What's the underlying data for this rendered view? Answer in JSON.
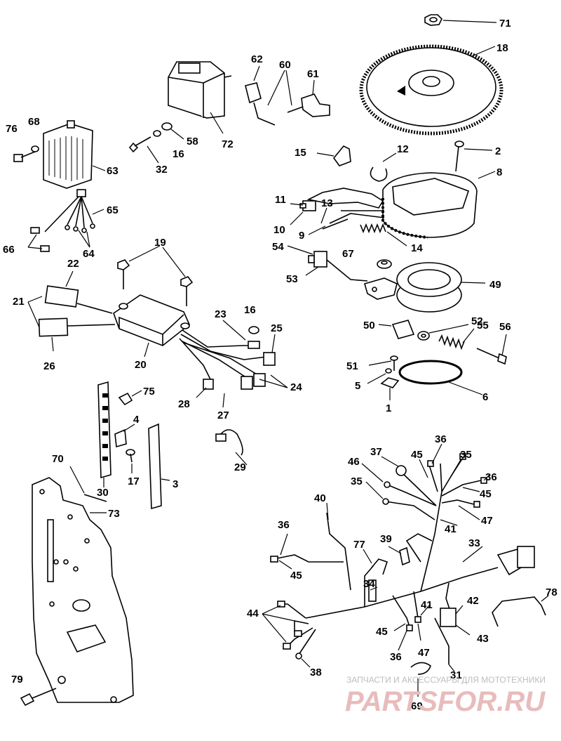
{
  "labels": {
    "l1": "1",
    "l2": "2",
    "l3": "3",
    "l4": "4",
    "l5": "5",
    "l6": "6",
    "l8": "8",
    "l9": "9",
    "l10": "10",
    "l11": "11",
    "l12": "12",
    "l13": "13",
    "l14": "14",
    "l15": "15",
    "l16a": "16",
    "l16b": "16",
    "l17": "17",
    "l18": "18",
    "l19": "19",
    "l20": "20",
    "l21": "21",
    "l22": "22",
    "l23": "23",
    "l24": "24",
    "l25": "25",
    "l26": "26",
    "l27": "27",
    "l28": "28",
    "l29": "29",
    "l30": "30",
    "l31": "31",
    "l32": "32",
    "l33": "33",
    "l34": "34",
    "l35a": "35",
    "l35b": "35",
    "l36a": "36",
    "l36b": "36",
    "l36c": "36",
    "l36d": "36",
    "l37": "37",
    "l38": "38",
    "l39": "39",
    "l40": "40",
    "l41a": "41",
    "l41b": "41",
    "l42": "42",
    "l43": "43",
    "l44": "44",
    "l45a": "45",
    "l45b": "45",
    "l45c": "45",
    "l45d": "45",
    "l46": "46",
    "l47a": "47",
    "l47b": "47",
    "l49": "49",
    "l50": "50",
    "l51": "51",
    "l52": "52",
    "l53": "53",
    "l54": "54",
    "l55": "55",
    "l56": "56",
    "l58": "58",
    "l60": "60",
    "l61": "61",
    "l62": "62",
    "l63": "63",
    "l64": "64",
    "l65": "65",
    "l66": "66",
    "l67": "67",
    "l68": "68",
    "l69": "69",
    "l70": "70",
    "l71": "71",
    "l72": "72",
    "l73": "73",
    "l75": "75",
    "l76": "76",
    "l77": "77",
    "l78": "78",
    "l79": "79"
  },
  "watermark": {
    "subtitle": "ЗАПЧАСТИ И АКСЕССУАРЫ ДЛЯ МОТОТЕХНИКИ",
    "brand": "PARTSFOR.RU"
  },
  "colors": {
    "line": "#000000",
    "watermark_text": "#e8bcbc",
    "watermark_subtitle": "#bdbdbd"
  }
}
